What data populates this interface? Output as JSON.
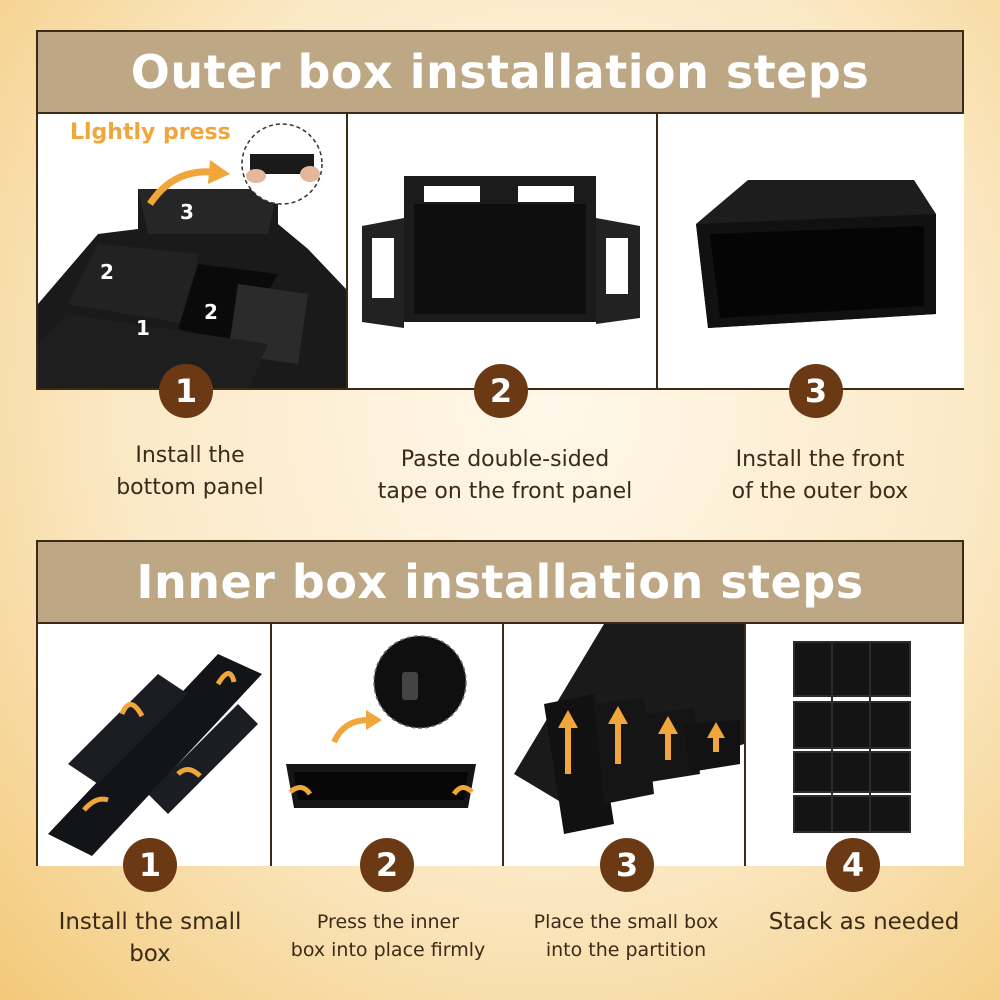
{
  "outer": {
    "title": "Outer box installation steps",
    "hint": "Llghtly press",
    "panel_numbers": [
      "3",
      "2",
      "2",
      "1"
    ],
    "steps": [
      {
        "number": "1",
        "caption_line1": "Install the",
        "caption_line2": "bottom panel"
      },
      {
        "number": "2",
        "caption_line1": "Paste double-sided",
        "caption_line2": "tape on the front panel"
      },
      {
        "number": "3",
        "caption_line1": "Install the front",
        "caption_line2": "of the outer box"
      }
    ]
  },
  "inner": {
    "title": "Inner box installation steps",
    "steps": [
      {
        "number": "1",
        "caption_line1": "Install the small",
        "caption_line2": "box"
      },
      {
        "number": "2",
        "caption_line1": "Press the inner",
        "caption_line2": "box into place firmly"
      },
      {
        "number": "3",
        "caption_line1": "Place the small box",
        "caption_line2": "into the partition"
      },
      {
        "number": "4",
        "caption_line1": "Stack as needed",
        "caption_line2": ""
      }
    ]
  },
  "colors": {
    "header_bg": "#bda785",
    "badge": "#6b3a14",
    "arrow": "#f0a63a",
    "box": "#151515"
  }
}
